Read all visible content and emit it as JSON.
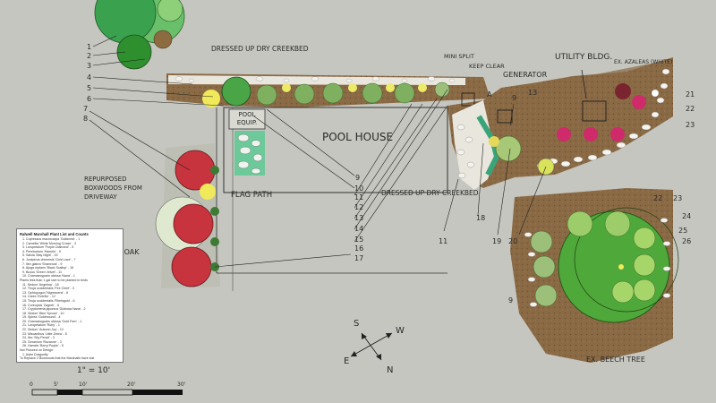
{
  "labels": {
    "dressed_up_dry_creekbed_top": "DRESSED UP DRY CREEKBED",
    "mini_split": "MINI SPLIT",
    "keep_clear": "KEEP CLEAR",
    "generator": "GENERATOR",
    "utility_bldg": "UTILITY BLDG.",
    "ex_azaleas": "EX. AZALEAS (WHITE)",
    "pool_equip_1": "POOL",
    "pool_equip_2": "EQUIP.",
    "pool_house": "POOL HOUSE",
    "flag_path": "FLAG PATH",
    "dressed_up_dry_creekbed_mid": "DRESSED UP DRY CREEKBED",
    "repurposed_1": "REPURPOSED",
    "repurposed_2": "BOXWOODS FROM",
    "repurposed_3": "DRIVEWAY",
    "ex_oak": "EX. OAK",
    "ex_beech_tree": "EX. BEECH TREE",
    "scale": "1\" = 10'",
    "scale_0": "0",
    "scale_5": "5'",
    "scale_10": "10'",
    "scale_20": "20'",
    "scale_30": "30'"
  },
  "compass": {
    "n": "N",
    "s": "S",
    "e": "E",
    "w": "W"
  },
  "numbers": {
    "n1": "1",
    "n2": "2",
    "n3": "3",
    "n4": "4",
    "n5": "5",
    "n6": "6",
    "n7": "7",
    "n8": "8",
    "n9a": "9",
    "n10": "10",
    "n11": "11",
    "n12": "12",
    "n13": "13",
    "n14": "14",
    "n15": "15",
    "n16": "16",
    "n17": "17",
    "na": "A",
    "n9b": "9",
    "n13b": "13",
    "n21": "21",
    "n22": "22",
    "n23": "23",
    "n11b": "11",
    "n18": "18",
    "n19": "19",
    "n20": "20",
    "n22b": "22",
    "n23b": "23",
    "n24": "24",
    "n25": "25",
    "n26": "26",
    "n9c": "9"
  },
  "legend": {
    "title": "Ralwell Marshall Plant List and Counts",
    "items": [
      "1. Cupressus macrocarpa 'Goldcrest' - 1",
      "2. Camellia 'White Morning Crown' - 3",
      "3. Loropetalum 'Purple Diamond' - 5",
      "4. Pennisetum 'Hameln' - 9",
      "5. Salvia 'May Night' - 15",
      "6. Juniperus chinensis 'Gold Lace' - 7",
      "7. Ilex glabra 'Shamrock' - 9",
      "8. Ajuga reptans 'Black Scallop' - 16",
      "9. Buxus 'Green Velvet' - 11",
      "10. Chamaecyparis obtusa 'Nana' - 1"
    ],
    "subhead": "Plants less than 1 gal size to be planted in beds",
    "items2": [
      "11. Sedum 'Angelina' - 18",
      "12. Thuja occidentalis 'Fire Chief' - 3",
      "13. Ophiopogon 'Nigrescens' - 8",
      "14. Carex 'Everillo' - 12",
      "15. Thuja occidentalis 'Rheingold' - 6",
      "16. Coreopsis 'Zagreb' - 6",
      "17. Cryptomeria japonica 'Globosa Nana' - 2",
      "18. Sedum 'Blue Spruce' - 10",
      "19. Spirea 'Goldmound' - 4",
      "20. Chamaecyparis obtusa 'Gold Fern' - 1",
      "21. Loropetalum 'Ruby' - 1",
      "22. Sedum 'Autumn Joy' - 12",
      "23. Miscanthus 'Little Zebra' - 5",
      "24. Ilex 'Sky Pencil' - 3",
      "25. Geranium 'Rozanne' - 3",
      "26. Hameln 'Berry Purple' - 5"
    ],
    "foot1": "Not Pictured on Design:",
    "foot2": "1. Aster Dragonfly",
    "foot3": "To Replace 2 Boxwoods that the Marshalls have lost"
  }
}
